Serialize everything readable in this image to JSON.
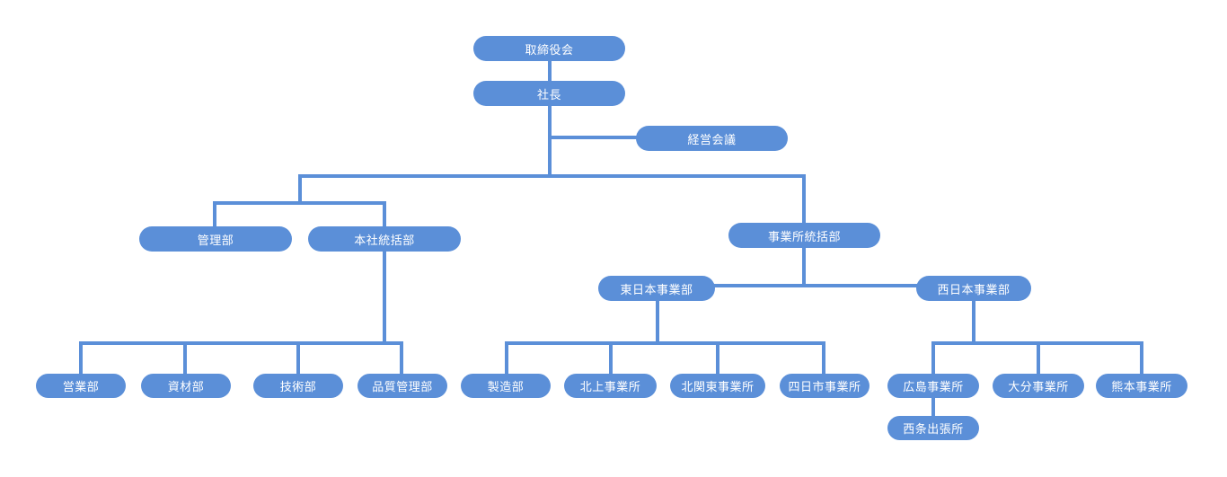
{
  "org": {
    "board": "取締役会",
    "president": "社長",
    "management_meeting": "経営会議",
    "admin_dept": "管理部",
    "hq_control_dept": "本社統括部",
    "office_control_dept": "事業所統括部",
    "east_japan_div": "東日本事業部",
    "west_japan_div": "西日本事業部",
    "sales_dept": "営業部",
    "materials_dept": "資材部",
    "engineering_dept": "技術部",
    "quality_control_dept": "品質管理部",
    "manufacturing_dept": "製造部",
    "kitakami_office": "北上事業所",
    "kitakanto_office": "北関東事業所",
    "yokkaichi_office": "四日市事業所",
    "hiroshima_office": "広島事業所",
    "oita_office": "大分事業所",
    "kumamoto_office": "熊本事業所",
    "saijo_branch": "西条出張所"
  },
  "colors": {
    "node": "#5b8fd8",
    "connector": "#5b8fd8",
    "text": "#ffffff"
  }
}
